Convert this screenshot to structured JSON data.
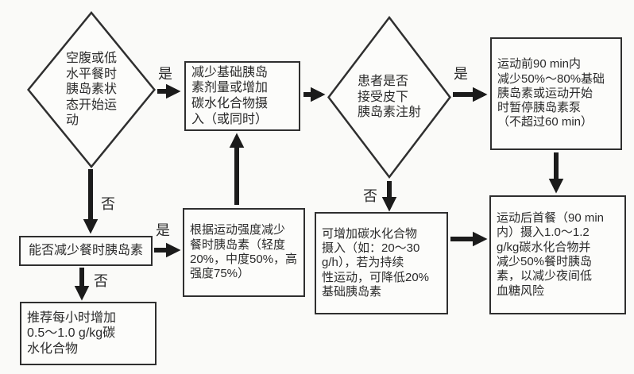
{
  "canvas": {
    "background": "#fafaf8",
    "ink_color": "#2f2f2f",
    "arrow_color": "#1b1b1b"
  },
  "nodes": {
    "fasting_state": {
      "type": "decision",
      "text": "空腹或低\n水平餐时\n胰岛素状\n态开始运\n动"
    },
    "reduce_basal": {
      "type": "process",
      "text": "减少基础胰岛\n素剂量或增加\n碳水化合物摄\n入（或同时）"
    },
    "subcutaneous_injection": {
      "type": "decision",
      "text": "患者是否\n接受皮下\n胰岛素注射"
    },
    "pre_exercise_basal": {
      "type": "process",
      "text": "运动前90 min内\n减少50%～80%基础\n胰岛素或运动开始\n时暂停胰岛素泵\n（不超过60 min）"
    },
    "can_reduce_bolus": {
      "type": "process",
      "text": "能否减少餐时胰岛素"
    },
    "reduce_by_intensity": {
      "type": "process",
      "text": "根据运动强度减少\n餐时胰岛素（轻度\n20%，中度50%，高\n强度75%）"
    },
    "recommend_carbs": {
      "type": "process",
      "text": "推荐每小时增加\n0.5～1.0 g/kg碳\n水化合物"
    },
    "increase_carbs": {
      "type": "process",
      "text": "可增加碳水化合物\n摄入（如：20～30\ng/h），若为持续\n性运动，可降低20%\n基础胰岛素"
    },
    "post_exercise_meal": {
      "type": "process",
      "text": "运动后首餐（90 min\n内）摄入1.0～1.2\ng/kg碳水化合物并\n减少50%餐时胰岛\n素，以减少夜间低\n血糖风险"
    }
  },
  "edge_labels": {
    "fasting_yes": "是",
    "subcutaneous_yes": "是",
    "bolus_yes": "是",
    "fasting_no": "否",
    "subcutaneous_no": "否",
    "bolus_no": "否"
  }
}
